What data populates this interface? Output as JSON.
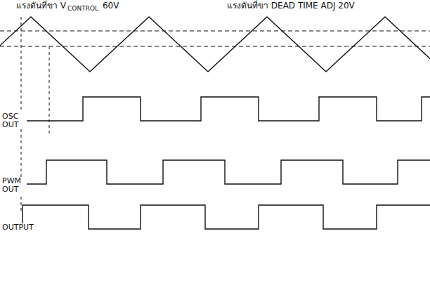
{
  "diagram": {
    "labels": [
      "แรงดันที่ขา V",
      "CONTROL",
      "60V",
      "แรงดันที่ขา DEAD TIME ADJ 20V",
      "OSC OUT",
      "PWM OUT",
      "OUTPUT"
    ]
  }
}
